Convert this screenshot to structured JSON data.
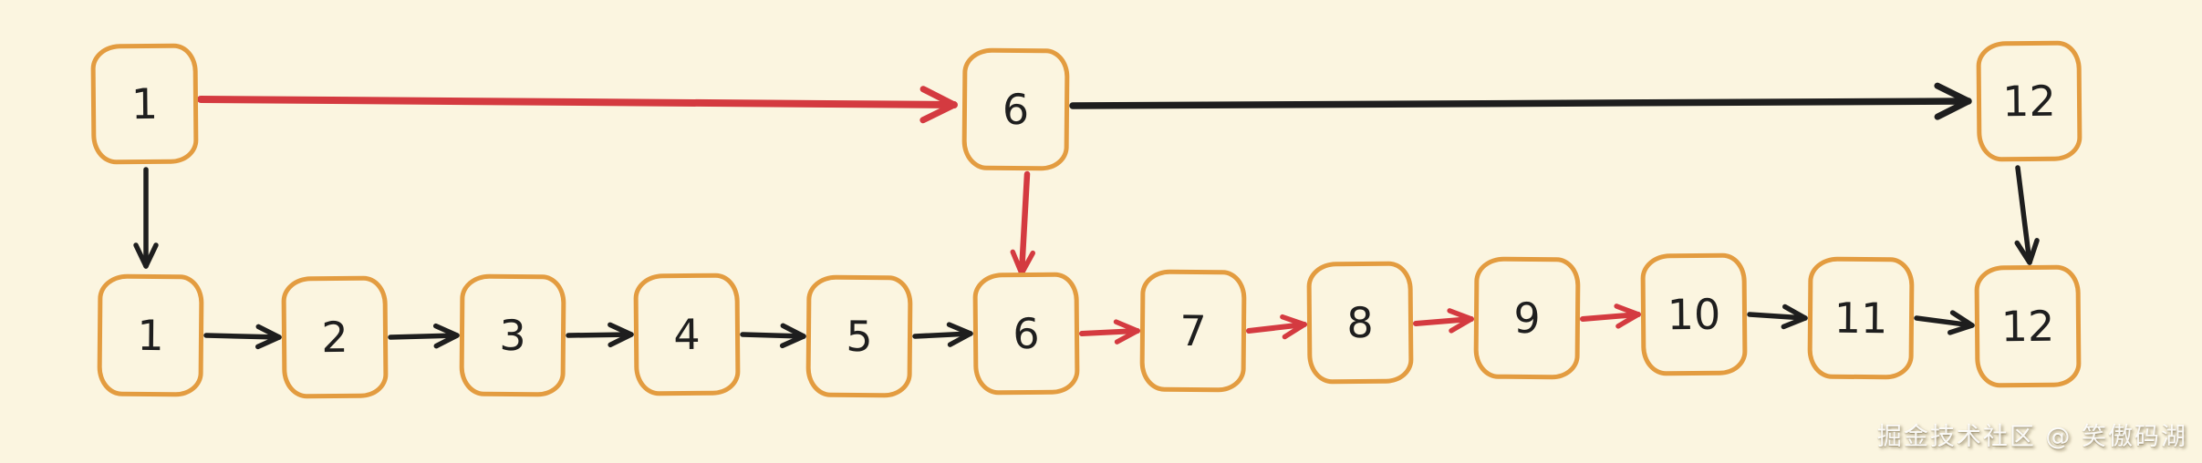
{
  "colors": {
    "background": "#FBF5E0",
    "node-border": "#E39C40",
    "ink": "#1E1E1E",
    "highlight": "#D43A40"
  },
  "top_row": {
    "nodes": [
      {
        "label": "1"
      },
      {
        "label": "6"
      },
      {
        "label": "12"
      }
    ]
  },
  "bottom_row": {
    "nodes": [
      {
        "label": "1"
      },
      {
        "label": "2"
      },
      {
        "label": "3"
      },
      {
        "label": "4"
      },
      {
        "label": "5"
      },
      {
        "label": "6"
      },
      {
        "label": "7"
      },
      {
        "label": "8"
      },
      {
        "label": "9"
      },
      {
        "label": "10"
      },
      {
        "label": "11"
      },
      {
        "label": "12"
      }
    ]
  },
  "edges": [
    {
      "from": "top-1",
      "to": "top-6",
      "color": "red"
    },
    {
      "from": "top-6",
      "to": "top-12",
      "color": "black"
    },
    {
      "from": "top-1",
      "to": "bottom-1",
      "color": "black"
    },
    {
      "from": "top-6",
      "to": "bottom-6",
      "color": "red"
    },
    {
      "from": "top-12",
      "to": "bottom-12",
      "color": "black"
    },
    {
      "from": "bottom-1",
      "to": "bottom-2",
      "color": "black"
    },
    {
      "from": "bottom-2",
      "to": "bottom-3",
      "color": "black"
    },
    {
      "from": "bottom-3",
      "to": "bottom-4",
      "color": "black"
    },
    {
      "from": "bottom-4",
      "to": "bottom-5",
      "color": "black"
    },
    {
      "from": "bottom-5",
      "to": "bottom-6",
      "color": "black"
    },
    {
      "from": "bottom-6",
      "to": "bottom-7",
      "color": "red"
    },
    {
      "from": "bottom-7",
      "to": "bottom-8",
      "color": "red"
    },
    {
      "from": "bottom-8",
      "to": "bottom-9",
      "color": "red"
    },
    {
      "from": "bottom-9",
      "to": "bottom-10",
      "color": "red"
    },
    {
      "from": "bottom-10",
      "to": "bottom-11",
      "color": "black"
    },
    {
      "from": "bottom-11",
      "to": "bottom-12",
      "color": "black"
    }
  ],
  "watermark": {
    "text": "掘金技术社区 @ 笑傲码湖"
  }
}
